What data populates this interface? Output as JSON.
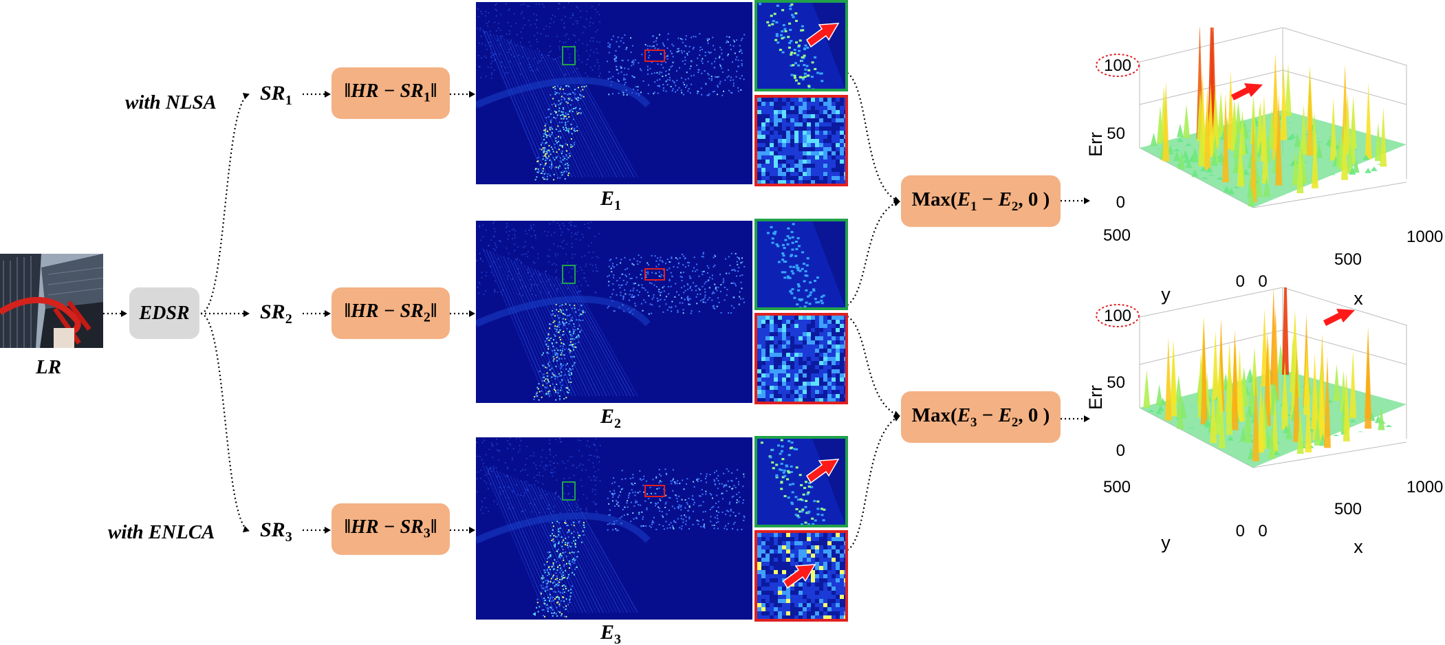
{
  "input": {
    "label": "LR"
  },
  "model": {
    "label": "EDSR"
  },
  "branches": [
    {
      "variant": "with NLSA",
      "sr_base": "SR",
      "sr_sub": "1",
      "diff_pre": "‖HR − SR",
      "diff_sub": "1",
      "diff_post": "‖",
      "err_base": "E",
      "err_sub": "1"
    },
    {
      "variant": "",
      "sr_base": "SR",
      "sr_sub": "2",
      "diff_pre": "‖HR − SR",
      "diff_sub": "2",
      "diff_post": "‖",
      "err_base": "E",
      "err_sub": "2"
    },
    {
      "variant": "with  ENLCA",
      "sr_base": "SR",
      "sr_sub": "3",
      "diff_pre": "‖HR − SR",
      "diff_sub": "3",
      "diff_post": "‖",
      "err_base": "E",
      "err_sub": "3"
    }
  ],
  "max_ops": [
    {
      "pre": "Max(",
      "a": "E",
      "a_sub": "1",
      "minus": " − ",
      "b": "E",
      "b_sub": "2",
      "post": ", 0 )"
    },
    {
      "pre": "Max(",
      "a": "E",
      "a_sub": "3",
      "minus": " − ",
      "b": "E",
      "b_sub": "2",
      "post": ", 0 )"
    }
  ],
  "plots": [
    {
      "zlabel": "Err",
      "z_ticks": [
        "100",
        "50",
        "0"
      ],
      "y_ticks": [
        "500",
        "0"
      ],
      "x_ticks": [
        "0",
        "500",
        "1000"
      ],
      "ylabel": "y",
      "xlabel": "x",
      "highlight_tick": "100"
    },
    {
      "zlabel": "Err",
      "z_ticks": [
        "100",
        "50",
        "0"
      ],
      "y_ticks": [
        "500",
        "0"
      ],
      "x_ticks": [
        "0",
        "500",
        "1000"
      ],
      "ylabel": "y",
      "xlabel": "x",
      "highlight_tick": "100"
    }
  ],
  "colors": {
    "op_box": "#f4b183",
    "model_box": "#d9d9d9",
    "green_frame": "#21a14a",
    "red_frame": "#e02020",
    "arrow_marker": "#ff1a1a",
    "error_map_bg": "#070e8e"
  }
}
